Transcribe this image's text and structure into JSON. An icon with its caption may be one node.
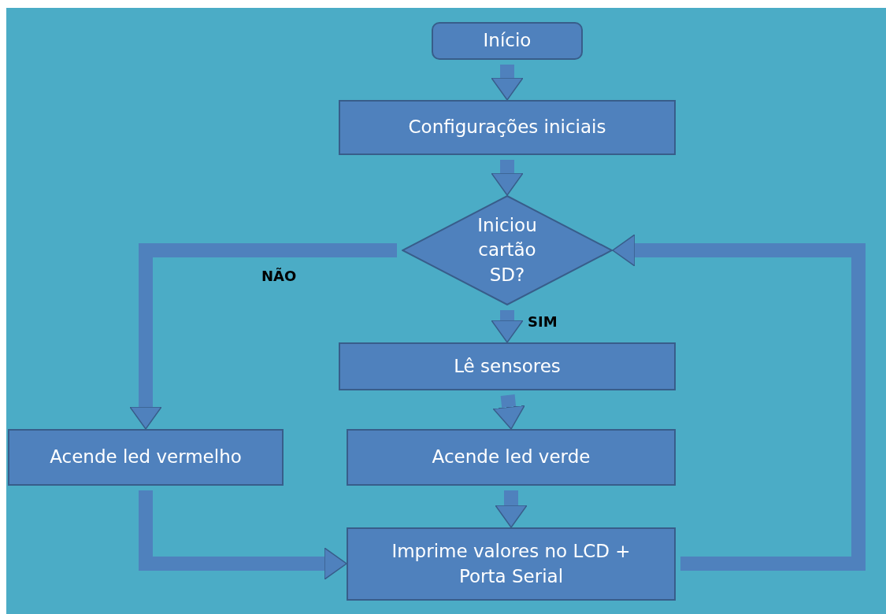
{
  "diagram": {
    "nodes": [
      {
        "text": [
          "Início"
        ]
      },
      {
        "text": [
          "Configurações iniciais"
        ]
      },
      {
        "text": [
          "Iniciou cartão SD?"
        ]
      },
      {
        "text": [
          "Lê sensores"
        ]
      },
      {
        "text": [
          "Acende led vermelho"
        ]
      },
      {
        "text": [
          "Acende led verde"
        ]
      },
      {
        "text": [
          "Imprime valores no LCD + Porta Serial"
        ]
      }
    ],
    "edges": [
      {
        "from": 0,
        "to": 1,
        "arrow": "to"
      },
      {
        "from": 1,
        "to": 2,
        "arrow": "to"
      },
      {
        "from": 2,
        "to": 3,
        "arrow": "to",
        "label": "SIM"
      },
      {
        "from": 2,
        "to": 4,
        "arrow": "to",
        "label": "NÃO"
      },
      {
        "from": 3,
        "to": 5,
        "arrow": "to"
      },
      {
        "from": 5,
        "to": 6,
        "arrow": "to"
      },
      {
        "from": 4,
        "to": 6,
        "arrow": "to"
      },
      {
        "from": 6,
        "to": 2,
        "arrow": "to"
      }
    ]
  }
}
